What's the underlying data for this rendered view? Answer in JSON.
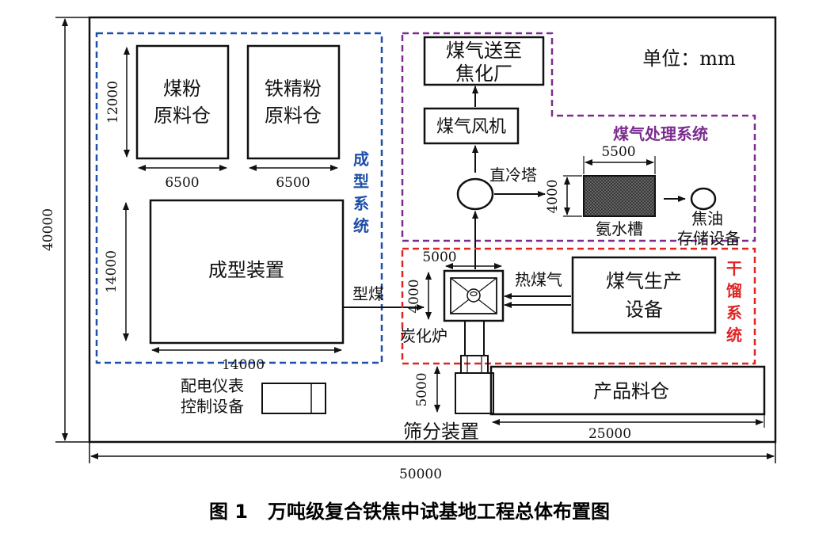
{
  "unit": "单位：mm",
  "colors": {
    "line": "#111111",
    "forming": "#1f4fa8",
    "gas": "#7b2c8f",
    "dry": "#e02424"
  },
  "labels": {
    "coal_silo_1": "煤粉",
    "coal_silo_2": "原料仓",
    "iron_silo_1": "铁精粉",
    "iron_silo_2": "原料仓",
    "forming_device": "成型装置",
    "forming_system": [
      "成",
      "型",
      "系",
      "统"
    ],
    "gas_to_plant_1": "煤气送至",
    "gas_to_plant_2": "焦化厂",
    "gas_fan": "煤气风机",
    "gas_system": "煤气处理系统",
    "cooling_tower": "直冷塔",
    "ammonia_tank": "氨水槽",
    "tar_1": "焦油",
    "tar_2": "存储设备",
    "briquette": "型煤",
    "hot_gas": "热煤气",
    "gas_gen_1": "煤气生产",
    "gas_gen_2": "设备",
    "dry_system": [
      "干",
      "馏",
      "系",
      "统"
    ],
    "furnace": "炭化炉",
    "power_1": "配电仪表",
    "power_2": "控制设备",
    "product_silo": "产品料仓",
    "screening": "筛分装置"
  },
  "dimensions": {
    "total_height": "40000",
    "total_width": "50000",
    "silo_height": "12000",
    "coal_width": "6500",
    "iron_width": "6500",
    "forming_height": "14000",
    "forming_width": "14000",
    "ammonia_width": "5500",
    "ammonia_height": "4000",
    "furnace_width": "5000",
    "furnace_height": "4000",
    "screen_height": "5000",
    "product_width": "25000"
  },
  "caption": "图 1   万吨级复合铁焦中试基地工程总体布置图"
}
